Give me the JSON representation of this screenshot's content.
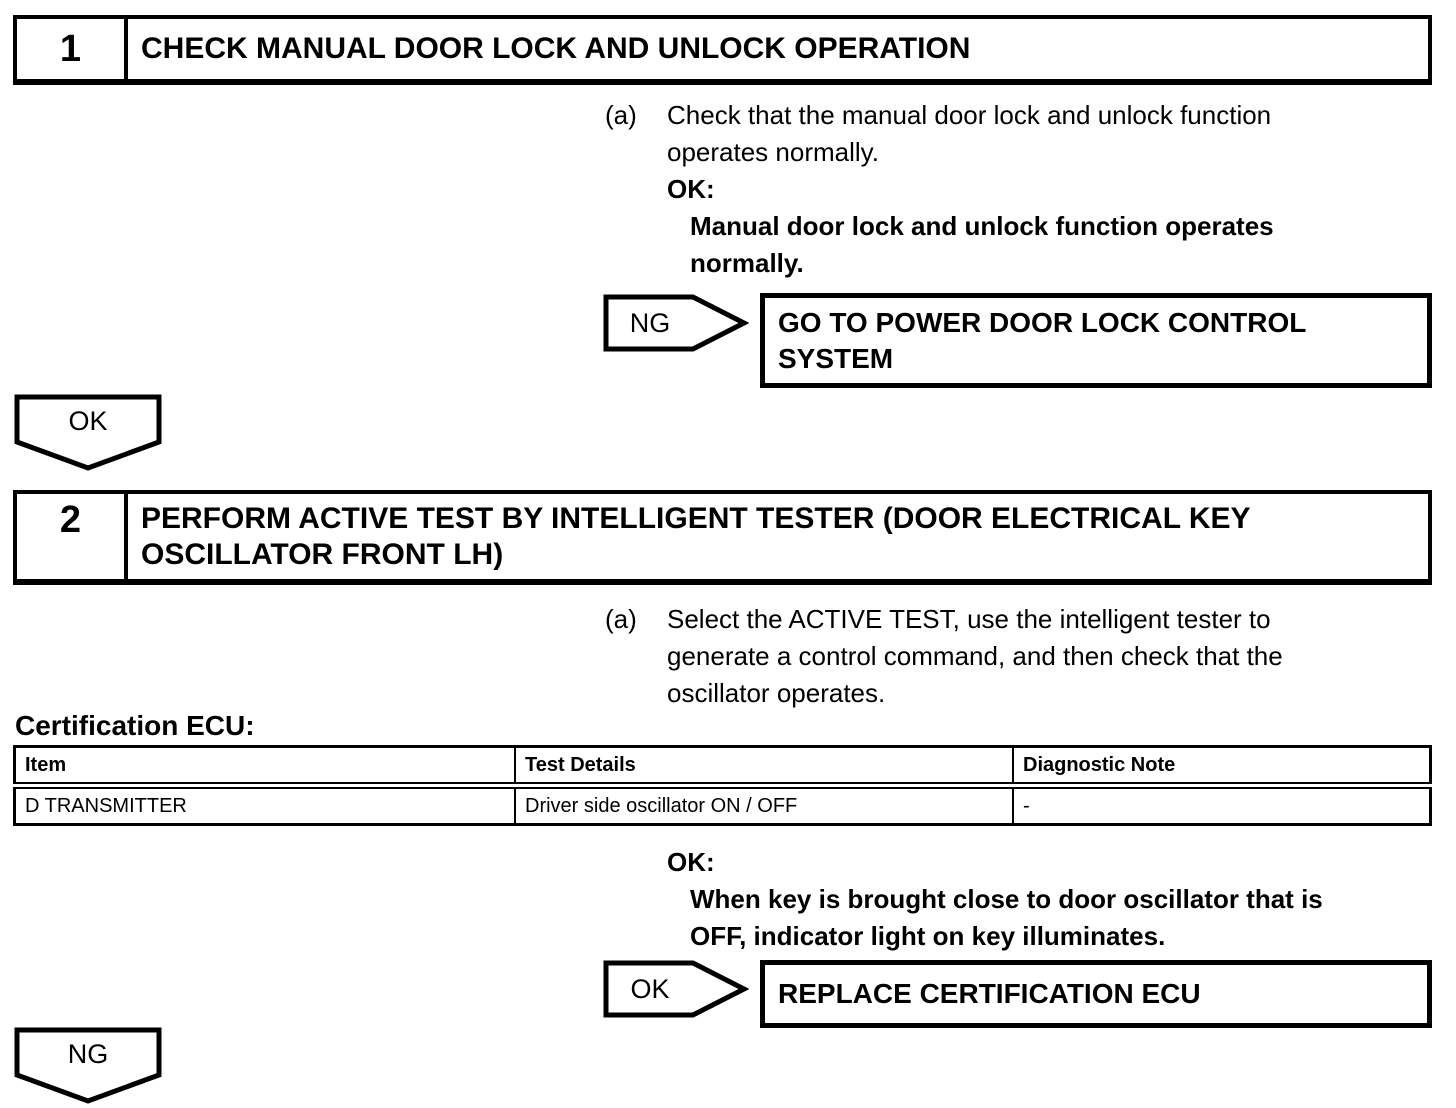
{
  "colors": {
    "ink": "#000000",
    "paper": "#ffffff"
  },
  "step1": {
    "number": "1",
    "title": "CHECK MANUAL DOOR LOCK AND UNLOCK OPERATION",
    "substep_label": "(a)",
    "body_lines": [
      "Check that the manual door lock and unlock function",
      "operates normally."
    ],
    "ok_heading": "OK:",
    "ok_lines": [
      "Manual door lock and unlock function operates",
      "normally."
    ],
    "ng_label": "NG",
    "ng_action_lines": [
      "GO TO POWER DOOR LOCK CONTROL",
      "SYSTEM"
    ],
    "result_label": "OK"
  },
  "step2": {
    "number": "2",
    "title_lines": [
      "PERFORM ACTIVE TEST BY INTELLIGENT TESTER (DOOR ELECTRICAL KEY",
      "OSCILLATOR FRONT LH)"
    ],
    "substep_label": "(a)",
    "body_lines": [
      "Select the ACTIVE TEST, use the intelligent tester to",
      "generate a control command, and then check that the",
      "oscillator operates."
    ],
    "table_heading": "Certification ECU:",
    "table": {
      "headers": [
        "Item",
        "Test Details",
        "Diagnostic Note"
      ],
      "rows": [
        [
          "D TRANSMITTER",
          "Driver side oscillator ON / OFF",
          "-"
        ]
      ]
    },
    "ok_heading": "OK:",
    "ok_lines": [
      "When key is brought close to door oscillator that is",
      "OFF, indicator light on key illuminates."
    ],
    "ok_label": "OK",
    "ok_action": "REPLACE CERTIFICATION ECU",
    "result_label": "NG"
  }
}
